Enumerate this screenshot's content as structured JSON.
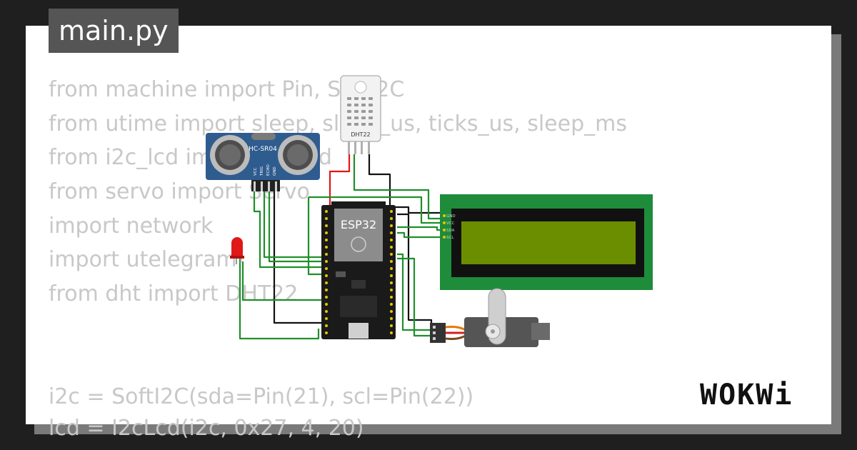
{
  "tab": {
    "filename": "main.py"
  },
  "code_lines": [
    "from machine import Pin, SoftI2C",
    "from utime import sleep, sleep_us, ticks_us, sleep_ms",
    "from i2c_lcd import I2cLcd",
    "from servo import Servo",
    "import network",
    "import utelegram",
    "from dht import DHT22"
  ],
  "code_lines_bottom": [
    "i2c = SoftI2C(sda=Pin(21), scl=Pin(22))",
    "lcd = I2cLcd(i2c, 0x27, 4, 20)"
  ],
  "components": {
    "ultrasonic": {
      "label": "HC-SR04",
      "pins": [
        "VCC",
        "TRIG",
        "ECHO",
        "GND"
      ]
    },
    "dht": {
      "label": "DHT22"
    },
    "mcu": {
      "label": "ESP32"
    },
    "lcd": {
      "pins": [
        "GND",
        "VCC",
        "SDA",
        "SCL"
      ]
    },
    "led": {
      "color": "red"
    },
    "servo": {}
  },
  "colors": {
    "wire_green": "#1f8f2a",
    "wire_black": "#111111",
    "wire_red": "#e01818",
    "lcd_board": "#1e8c3a",
    "lcd_screen": "#6b8e00"
  },
  "brand": {
    "logo_text": "WOKWi"
  }
}
